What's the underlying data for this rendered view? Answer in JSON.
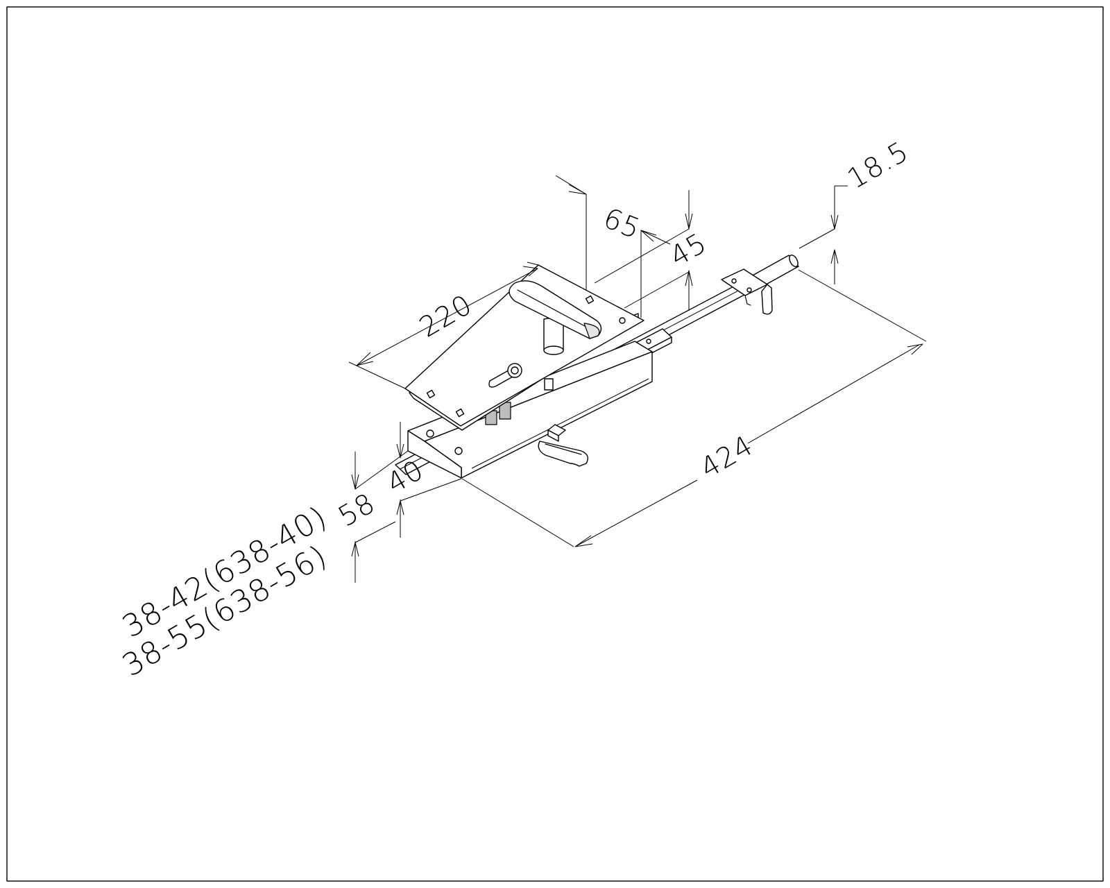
{
  "drawing": {
    "dimensions": {
      "width_220": "220",
      "offset_65": "65",
      "offset_45": "45",
      "height_18_5": "18.5",
      "length_424": "424",
      "thickness_58": "58",
      "thickness_40": "40"
    },
    "model_codes": {
      "line_1": "38-42(638-40)",
      "line_2": "38-55(638-56)"
    }
  }
}
